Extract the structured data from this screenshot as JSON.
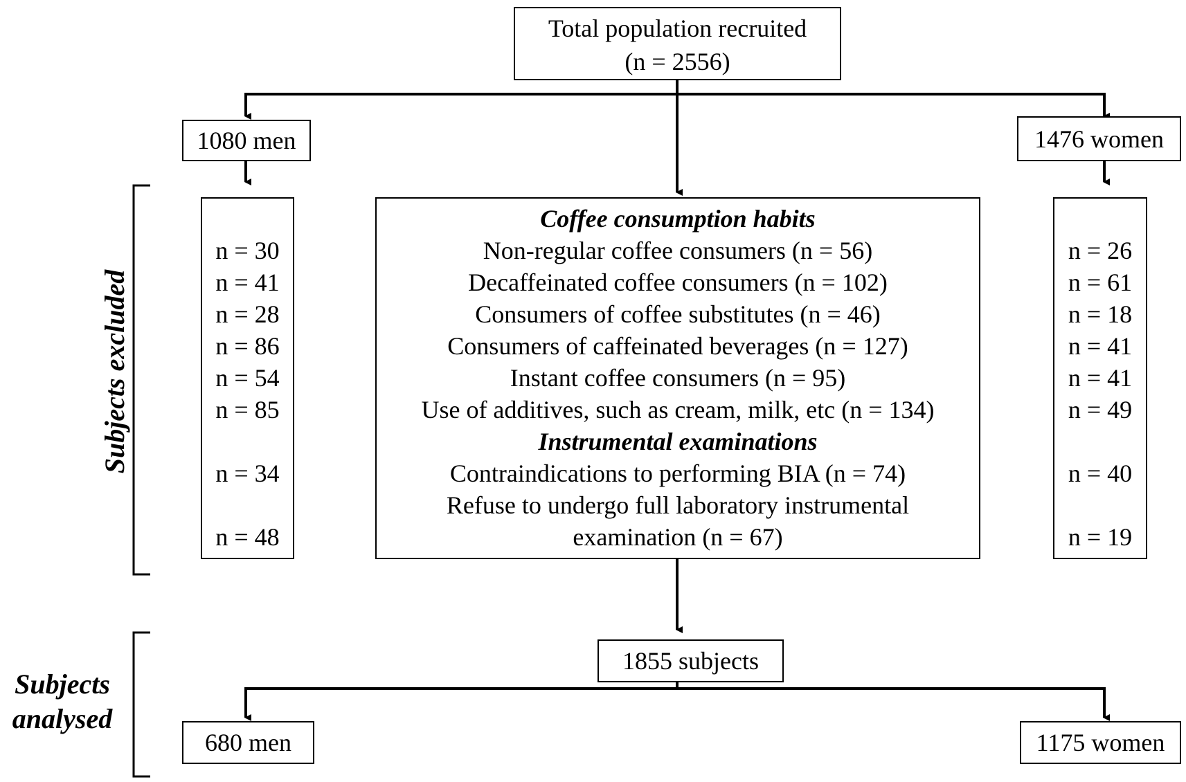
{
  "total": {
    "line1": "Total population recruited",
    "line2": "(n = 2556)"
  },
  "men_recruited": "1080 men",
  "women_recruited": "1476 women",
  "side_labels": {
    "excluded": "Subjects excluded",
    "analysed_line1": "Subjects",
    "analysed_line2": "analysed"
  },
  "exclusions": {
    "coffee_heading": "Coffee consumption habits",
    "instrumental_heading": "Instrumental examinations",
    "criteria": [
      {
        "text": "Non-regular coffee consumers (n = 56)",
        "men": "n = 30",
        "women": "n = 26"
      },
      {
        "text": "Decaffeinated coffee consumers (n = 102)",
        "men": "n = 41",
        "women": "n = 61"
      },
      {
        "text": "Consumers of coffee substitutes (n = 46)",
        "men": "n = 28",
        "women": "n = 18"
      },
      {
        "text": "Consumers of caffeinated beverages (n = 127)",
        "men": "n = 86",
        "women": "n = 41"
      },
      {
        "text": "Instant coffee consumers (n = 95)",
        "men": "n = 54",
        "women": "n = 41"
      },
      {
        "text": "Use of additives, such as cream, milk, etc (n = 134)",
        "men": "n = 85",
        "women": "n = 49"
      },
      {
        "text": "Contraindications to performing BIA (n = 74)",
        "men": "n = 34",
        "women": "n = 40"
      },
      {
        "text_line1": "Refuse to undergo full laboratory instrumental",
        "text_line2": "examination (n = 67)",
        "men": "n = 48",
        "women": "n = 19"
      }
    ]
  },
  "analysed_total": "1855 subjects",
  "men_analysed": "680 men",
  "women_analysed": "1175 women"
}
